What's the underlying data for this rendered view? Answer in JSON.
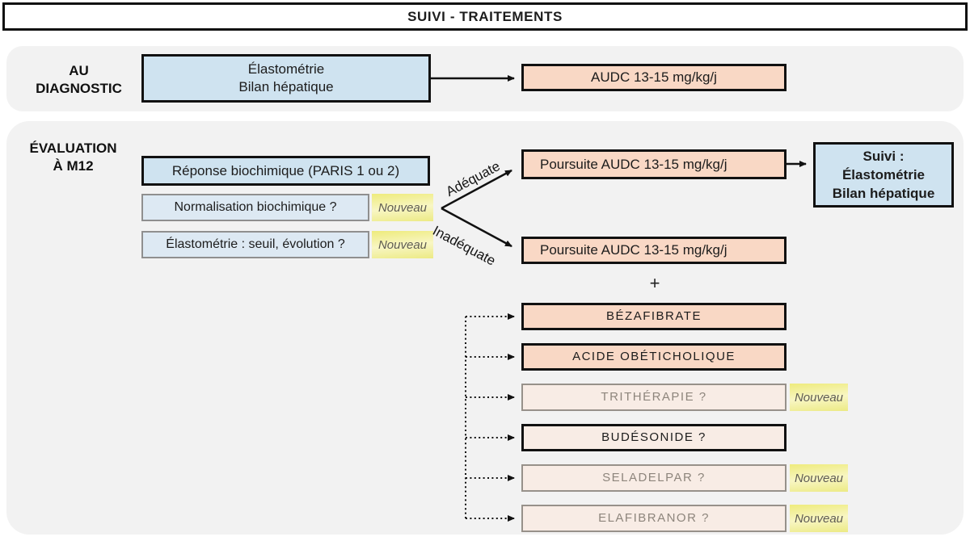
{
  "title": "SUIVI - TRAITEMENTS",
  "diagnostic": {
    "label_line1": "AU",
    "label_line2": "DIAGNOSTIC",
    "exam_line1": "Élastométrie",
    "exam_line2": "Bilan hépatique",
    "treatment": "AUDC 13-15 mg/kg/j"
  },
  "evaluation": {
    "label_line1": "ÉVALUATION",
    "label_line2": "À M12",
    "response": "Réponse biochimique (PARIS 1 ou 2)",
    "questions": [
      {
        "label": "Normalisation biochimique ?",
        "badge": "Nouveau"
      },
      {
        "label": "Élastométrie : seuil, évolution ?",
        "badge": "Nouveau"
      }
    ],
    "branches": {
      "adequate": "Adéquate",
      "inadequate": "Inadéquate"
    },
    "poursuite_adequate": "Poursuite AUDC 13-15 mg/kg/j",
    "poursuite_inadequate": "Poursuite AUDC 13-15 mg/kg/j",
    "suivi_line1": "Suivi :",
    "suivi_line2": "Élastométrie",
    "suivi_line3": "Bilan hépatique",
    "plus": "+",
    "treatments": [
      {
        "label": "BÉZAFIBRATE",
        "badge": ""
      },
      {
        "label": "ACIDE OBÉTICHOLIQUE",
        "badge": ""
      },
      {
        "label": "TRITHÉRAPIE ?",
        "badge": "Nouveau"
      },
      {
        "label": "BUDÉSONIDE ?",
        "badge": ""
      },
      {
        "label": "SELADELPAR ?",
        "badge": "Nouveau"
      },
      {
        "label": "ELAFIBRANOR ?",
        "badge": "Nouveau"
      }
    ]
  },
  "colors": {
    "box_blue": "#cfe3f0",
    "box_blue_light": "#dde9f3",
    "box_peach": "#f9d8c5",
    "box_pale": "#f8ece5",
    "badge_yellow": "#eeeb7c",
    "section_bg": "#f2f2f2",
    "border_dark": "#111111",
    "border_gray": "#8f8f8f"
  }
}
